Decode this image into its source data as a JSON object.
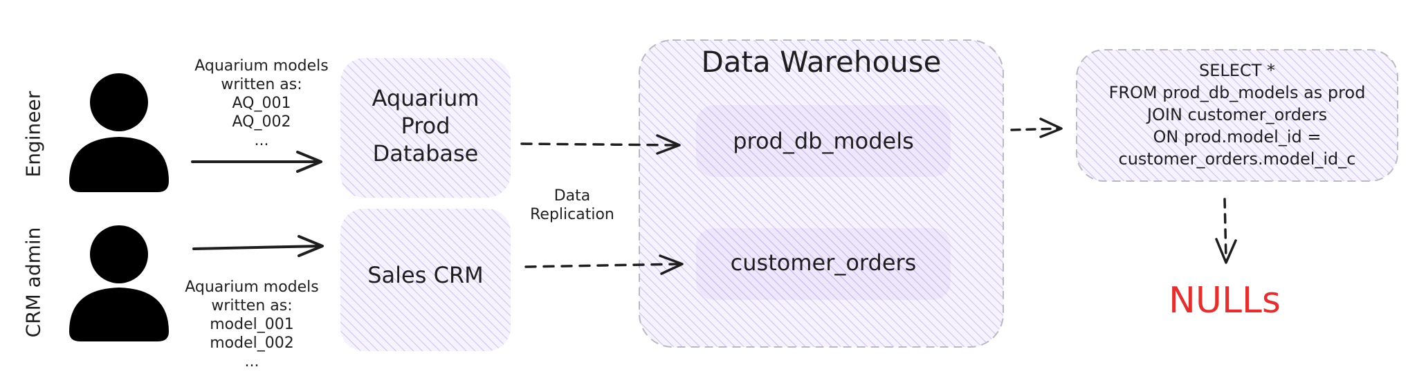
{
  "roles": {
    "engineer": "Engineer",
    "crm_admin": "CRM admin"
  },
  "engineer_note": [
    "Aquarium models",
    "written as:",
    "AQ_001",
    "AQ_002",
    "..."
  ],
  "crm_note": [
    "Aquarium models",
    "written as:",
    "model_001",
    "model_002",
    "..."
  ],
  "sources": {
    "prod_db": [
      "Aquarium",
      "Prod",
      "Database"
    ],
    "sales_crm": "Sales CRM"
  },
  "replication_label": [
    "Data",
    "Replication"
  ],
  "warehouse": {
    "title": "Data Warehouse",
    "tables": [
      "prod_db_models",
      "customer_orders"
    ]
  },
  "query": [
    "SELECT *",
    "FROM prod_db_models as prod",
    "JOIN customer_orders",
    "ON prod.model_id =",
    "customer_orders.model_id_c"
  ],
  "result": "NULLs",
  "colors": {
    "box_fill": "#f4f0fd",
    "hatch": "#c9b8ef",
    "stroke": "#1e1e1e",
    "dashed_border": "#b8b8c0",
    "result": "#e03131"
  },
  "icons": [
    "user-icon",
    "user-icon",
    "arrow-right-icon"
  ]
}
